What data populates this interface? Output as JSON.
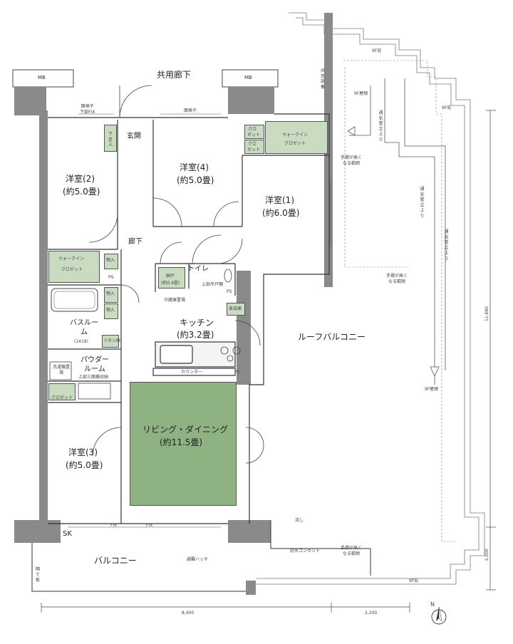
{
  "labels": {
    "common_corridor": "共用廊下",
    "mb": "MB",
    "entrance": "玄関",
    "shoe_cabinet": "下足入",
    "room2_name": "洋室(2)",
    "room2_size": "(約5.0畳)",
    "room4_name": "洋室(4)",
    "room4_size": "(約5.0畳)",
    "room1_name": "洋室(1)",
    "room1_size": "(約6.0畳)",
    "room3_name": "洋室(3)",
    "room3_size": "(約5.0畳)",
    "closet": "クロゼット",
    "closet_split_1": "クロ",
    "closet_split_2": "ゼット",
    "walk_in": "ウォークイン",
    "hallway": "廊下",
    "toilet": "トイレ",
    "storage": "物入",
    "ps": "PS",
    "nando": "納戸",
    "nando_size": "(約0.4畳)",
    "fridge": "冷蔵庫置場",
    "pantry": "食品庫",
    "kitchen_name": "キッチン",
    "kitchen_size": "(約3.2畳)",
    "counter": "カウンター",
    "bath_name": "バスルーム",
    "bath_size": "(1418)",
    "linen": "リネン庫",
    "powder_name": "パウダールーム",
    "washer": "洗濯機置場",
    "upper_shelf": "上部三面鏡収納",
    "upper_cabinet": "上部吊戸棚",
    "living_name": "リビング・ダイニング",
    "living_size": "(約11.5畳)",
    "roof_balcony": "ルーフバルコニー",
    "balcony": "バルコニー",
    "rescue_hatch": "避難ハッチ",
    "sk": "SK",
    "fix": "FIX",
    "lattice_fix": "面格子\n下部FIX",
    "lattice": "面格子",
    "f9_eave": "9F庇",
    "f9_roof": "9F屋根",
    "vent_up": "通気管立上り",
    "handrail_low": "手摺が高くなる範囲",
    "shared_equip": "共用設備",
    "partition": "隔て板",
    "sink": "流し",
    "outlet": "防水コンセント"
  },
  "dimensions": {
    "width_main": "8,400",
    "width_roof": "2,200",
    "depth_main": "11,680",
    "depth_balcony": "2,000"
  },
  "compass": "N",
  "colors": {
    "living_fill": "#8fb283",
    "storage_fill": "#c9dcc2",
    "wall": "#7a7a7a",
    "line": "#333333"
  }
}
